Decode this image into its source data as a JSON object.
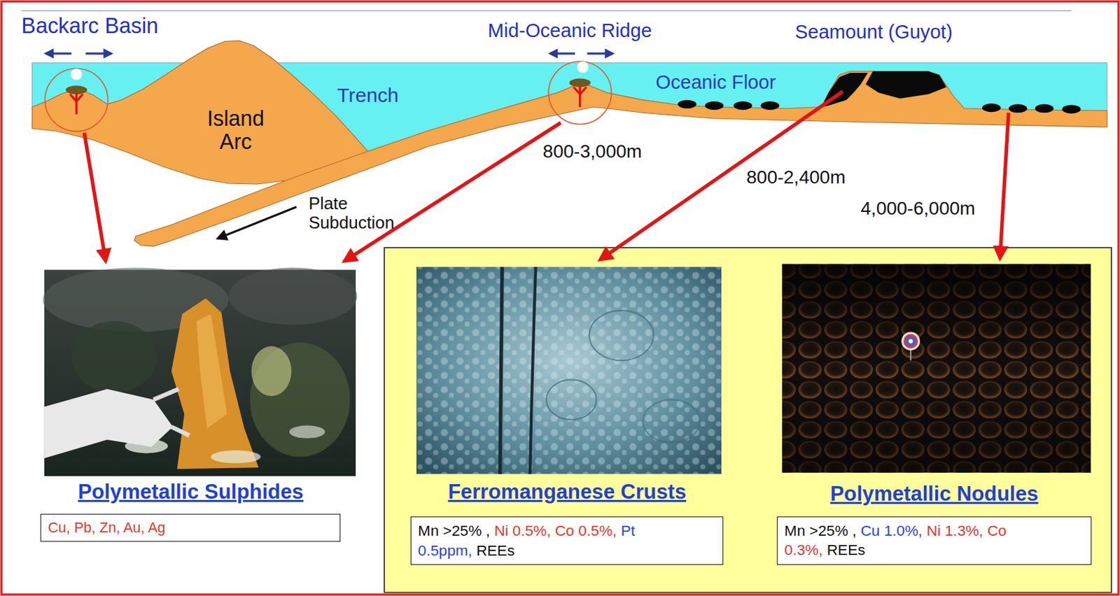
{
  "diagram": {
    "nodes": [
      {
        "text": [
          "Polymetallic Sulphides",
          "Cu, Pb, Zn, Au, Ag"
        ]
      },
      {
        "text": [
          "Ferromanganese Crusts",
          "Mn >25% ,",
          "Ni 0.5%, Co 0.5%,",
          "Pt 0.5ppm,",
          "REEs"
        ]
      },
      {
        "text": [
          "Polymetallic Nodules",
          "Mn >25% ,",
          "Cu 1.0%,",
          "Ni 1.3%, Co 0.3%,",
          "REEs"
        ]
      }
    ],
    "labels": [
      "Backarc Basin",
      "Mid-Oceanic Ridge",
      "Seamount (Guyot)",
      "Trench",
      "Island Arc",
      "Oceanic Floor",
      "800-3,000m",
      "800-2,400m",
      "4,000-6,000m",
      "Plate Subduction"
    ]
  }
}
